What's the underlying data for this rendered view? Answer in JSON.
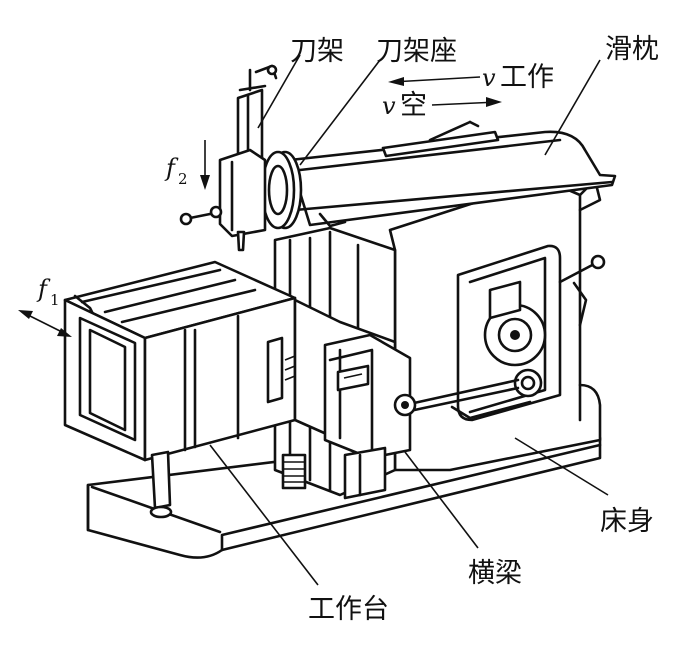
{
  "diagram": {
    "labels": {
      "tool_holder": "刀架",
      "tool_holder_seat": "刀架座",
      "ram": "滑枕",
      "bed": "床身",
      "crossbeam": "横梁",
      "worktable": "工作台"
    },
    "motions": {
      "v_work_symbol": "v",
      "v_work_text": "工作",
      "v_idle_symbol": "v",
      "v_idle_text": "空",
      "f1_symbol": "f",
      "f1_sub": "1",
      "f2_symbol": "f",
      "f2_sub": "2"
    }
  }
}
